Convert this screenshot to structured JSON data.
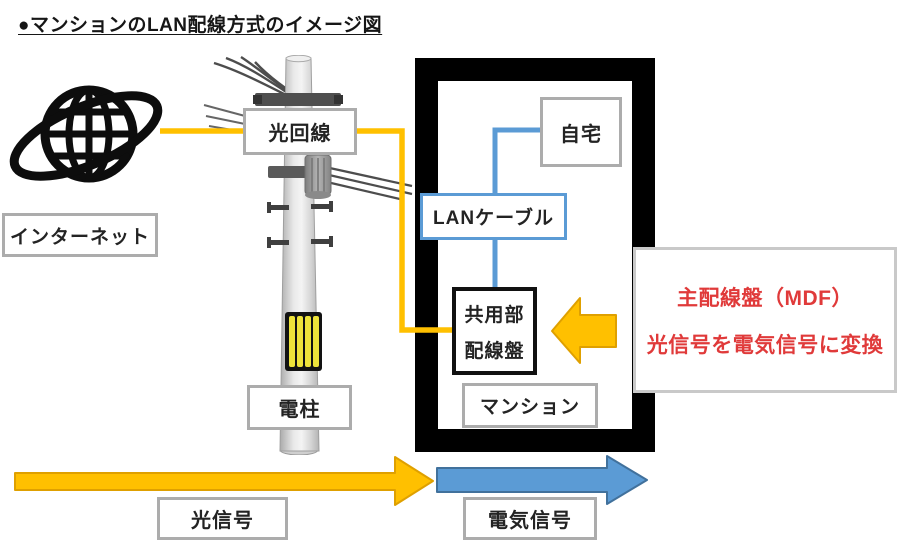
{
  "title": "●マンションのLAN配線方式のイメージ図",
  "labels": {
    "internet": "インターネット",
    "optical_line": "光回線",
    "pole": "電柱",
    "home": "自宅",
    "lan_cable": "LANケーブル",
    "shared_panel_line1": "共用部",
    "shared_panel_line2": "配線盤",
    "mansion": "マンション",
    "optical_signal": "光信号",
    "electric_signal": "電気信号"
  },
  "callout": {
    "line1": "主配線盤（MDF）",
    "line2": "光信号を電気信号に変換",
    "text_color": "#E03A3A"
  },
  "icons": {
    "internet": "globe-orbit-icon",
    "pole": "utility-pole-illustration",
    "building": "building-outline-frame"
  },
  "colors": {
    "optical_signal_yellow": "#FFC000",
    "optical_signal_outline": "#DFA000",
    "electric_signal_blue": "#5B9BD5",
    "electric_signal_outline": "#41719C",
    "callout_red": "#E03A3A",
    "guard_stripe_yellow": "#EDE33A",
    "frame_black": "#000000"
  }
}
